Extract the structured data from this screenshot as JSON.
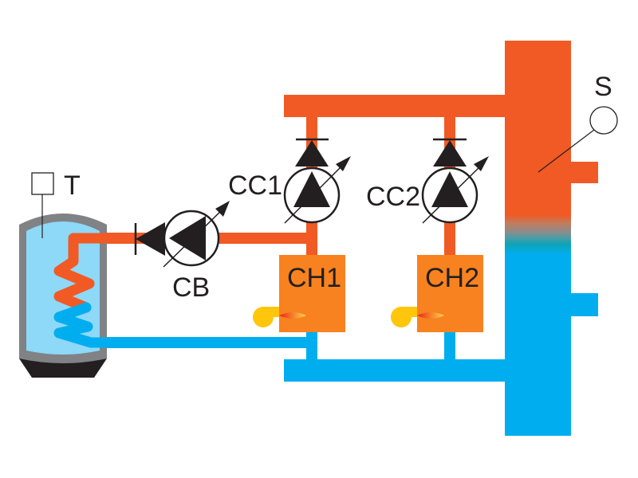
{
  "colors": {
    "hot": "#f15a24",
    "cold": "#00aeef",
    "boiler": "#f7821f",
    "burner": "#ffc60b",
    "flame_outer": "#fbb03b",
    "flame_inner": "#ed1c24",
    "tank_shell": "#808285",
    "tank_water": "#8ed8f8",
    "tank_base": "#231f20",
    "symbol": "#231f20"
  },
  "labels": {
    "tank": "T",
    "sensor": "S",
    "pump_tank": "CB",
    "pump_boiler1": "CC1",
    "pump_boiler2": "CC2",
    "boiler1": "CH1",
    "boiler2": "CH2"
  }
}
